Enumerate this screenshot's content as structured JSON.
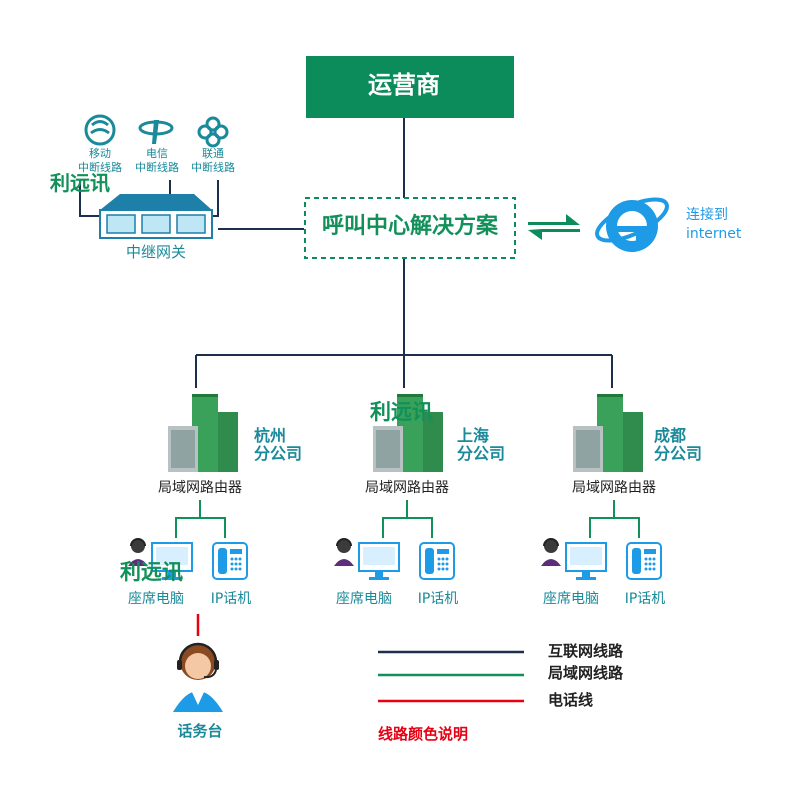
{
  "header": {
    "operator_label": "运营商"
  },
  "center": {
    "solution_label": "呼叫中心解决方案"
  },
  "internet": {
    "label_line1": "连接到",
    "label_line2": "internet"
  },
  "trunks": [
    {
      "name": "移动",
      "line_label": "中断线路"
    },
    {
      "name": "电信",
      "line_label": "中断线路"
    },
    {
      "name": "联通",
      "line_label": "中断线路"
    }
  ],
  "gateway": {
    "label": "中继网关"
  },
  "watermark": {
    "text": "利远讯"
  },
  "branches": [
    {
      "city": "杭州",
      "suffix": "分公司",
      "router_label": "局域网路由器",
      "pc_label": "座席电脑",
      "phone_label": "IP话机"
    },
    {
      "city": "上海",
      "suffix": "分公司",
      "router_label": "局域网路由器",
      "pc_label": "座席电脑",
      "phone_label": "IP话机"
    },
    {
      "city": "成都",
      "suffix": "分公司",
      "router_label": "局域网路由器",
      "pc_label": "座席电脑",
      "phone_label": "IP话机"
    }
  ],
  "operator_console": {
    "label": "话务台"
  },
  "legend": {
    "title": "线路颜色说明",
    "items": [
      {
        "label": "互联网线路",
        "color": "#1e2f4d"
      },
      {
        "label": "局域网线路",
        "color": "#12905a"
      },
      {
        "label": "电话线",
        "color": "#e60012"
      }
    ]
  },
  "colors": {
    "brand_green": "#0d8c5b",
    "teal_text": "#1a8a9a",
    "internet_line": "#1e2f4d",
    "lan_line": "#12905a",
    "phone_line": "#e60012",
    "ie_blue": "#1e9be6"
  }
}
